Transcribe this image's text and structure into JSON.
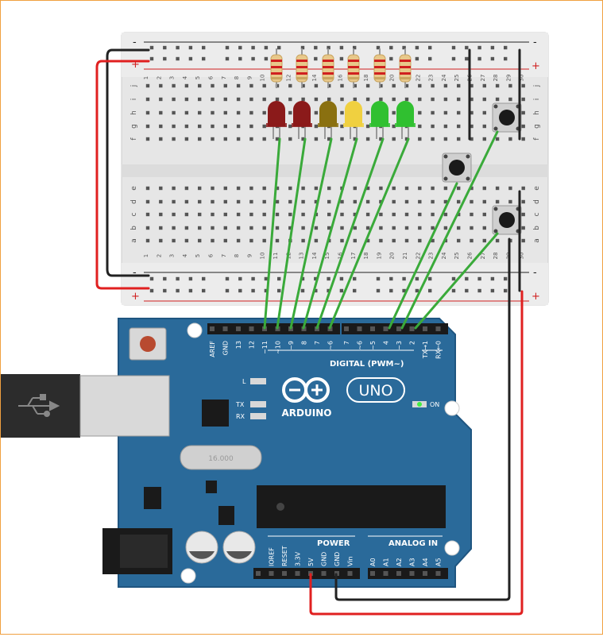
{
  "breadboard": {
    "column_numbers": [
      "1",
      "2",
      "3",
      "4",
      "5",
      "6",
      "7",
      "8",
      "9",
      "10",
      "11",
      "12",
      "13",
      "14",
      "15",
      "16",
      "17",
      "18",
      "19",
      "20",
      "21",
      "22",
      "23",
      "24",
      "25",
      "26",
      "27",
      "28",
      "29",
      "30"
    ],
    "rows_top": [
      "j",
      "i",
      "h",
      "g",
      "f"
    ],
    "rows_bottom": [
      "e",
      "d",
      "c",
      "b",
      "a"
    ],
    "rail_plus": "+",
    "rail_minus": "-"
  },
  "leds": [
    {
      "color": "#8b1a1a"
    },
    {
      "color": "#8b1a1a"
    },
    {
      "color": "#8a7010"
    },
    {
      "color": "#f0d040"
    },
    {
      "color": "#30c030"
    },
    {
      "color": "#30c030"
    }
  ],
  "arduino": {
    "brand": "ARDUINO",
    "model": "UNO",
    "digital_label": "DIGITAL (PWM~)",
    "power_label": "POWER",
    "analog_label": "ANALOG IN",
    "on_label": "ON",
    "l_label": "L",
    "tx_label": "TX",
    "rx_label": "RX",
    "crystal_label": "16.000",
    "digital_pins": [
      "AREF",
      "GND",
      "13",
      "12",
      "~11",
      "~10",
      "~9",
      "8",
      "7",
      "~6",
      "~5",
      "4",
      "~3",
      "2",
      "TX→1",
      "RX←0"
    ],
    "power_pins": [
      "IOREF",
      "RESET",
      "3.3V",
      "5V",
      "GND",
      "GND",
      "Vin"
    ],
    "analog_pins": [
      "A0",
      "A1",
      "A2",
      "A3",
      "A4",
      "A5"
    ]
  },
  "colors": {
    "board_blue": "#2a6a9a",
    "wire_green": "#3aaa3a",
    "wire_red": "#e02020",
    "wire_black": "#222222",
    "breadboard": "#e8e8e8"
  }
}
